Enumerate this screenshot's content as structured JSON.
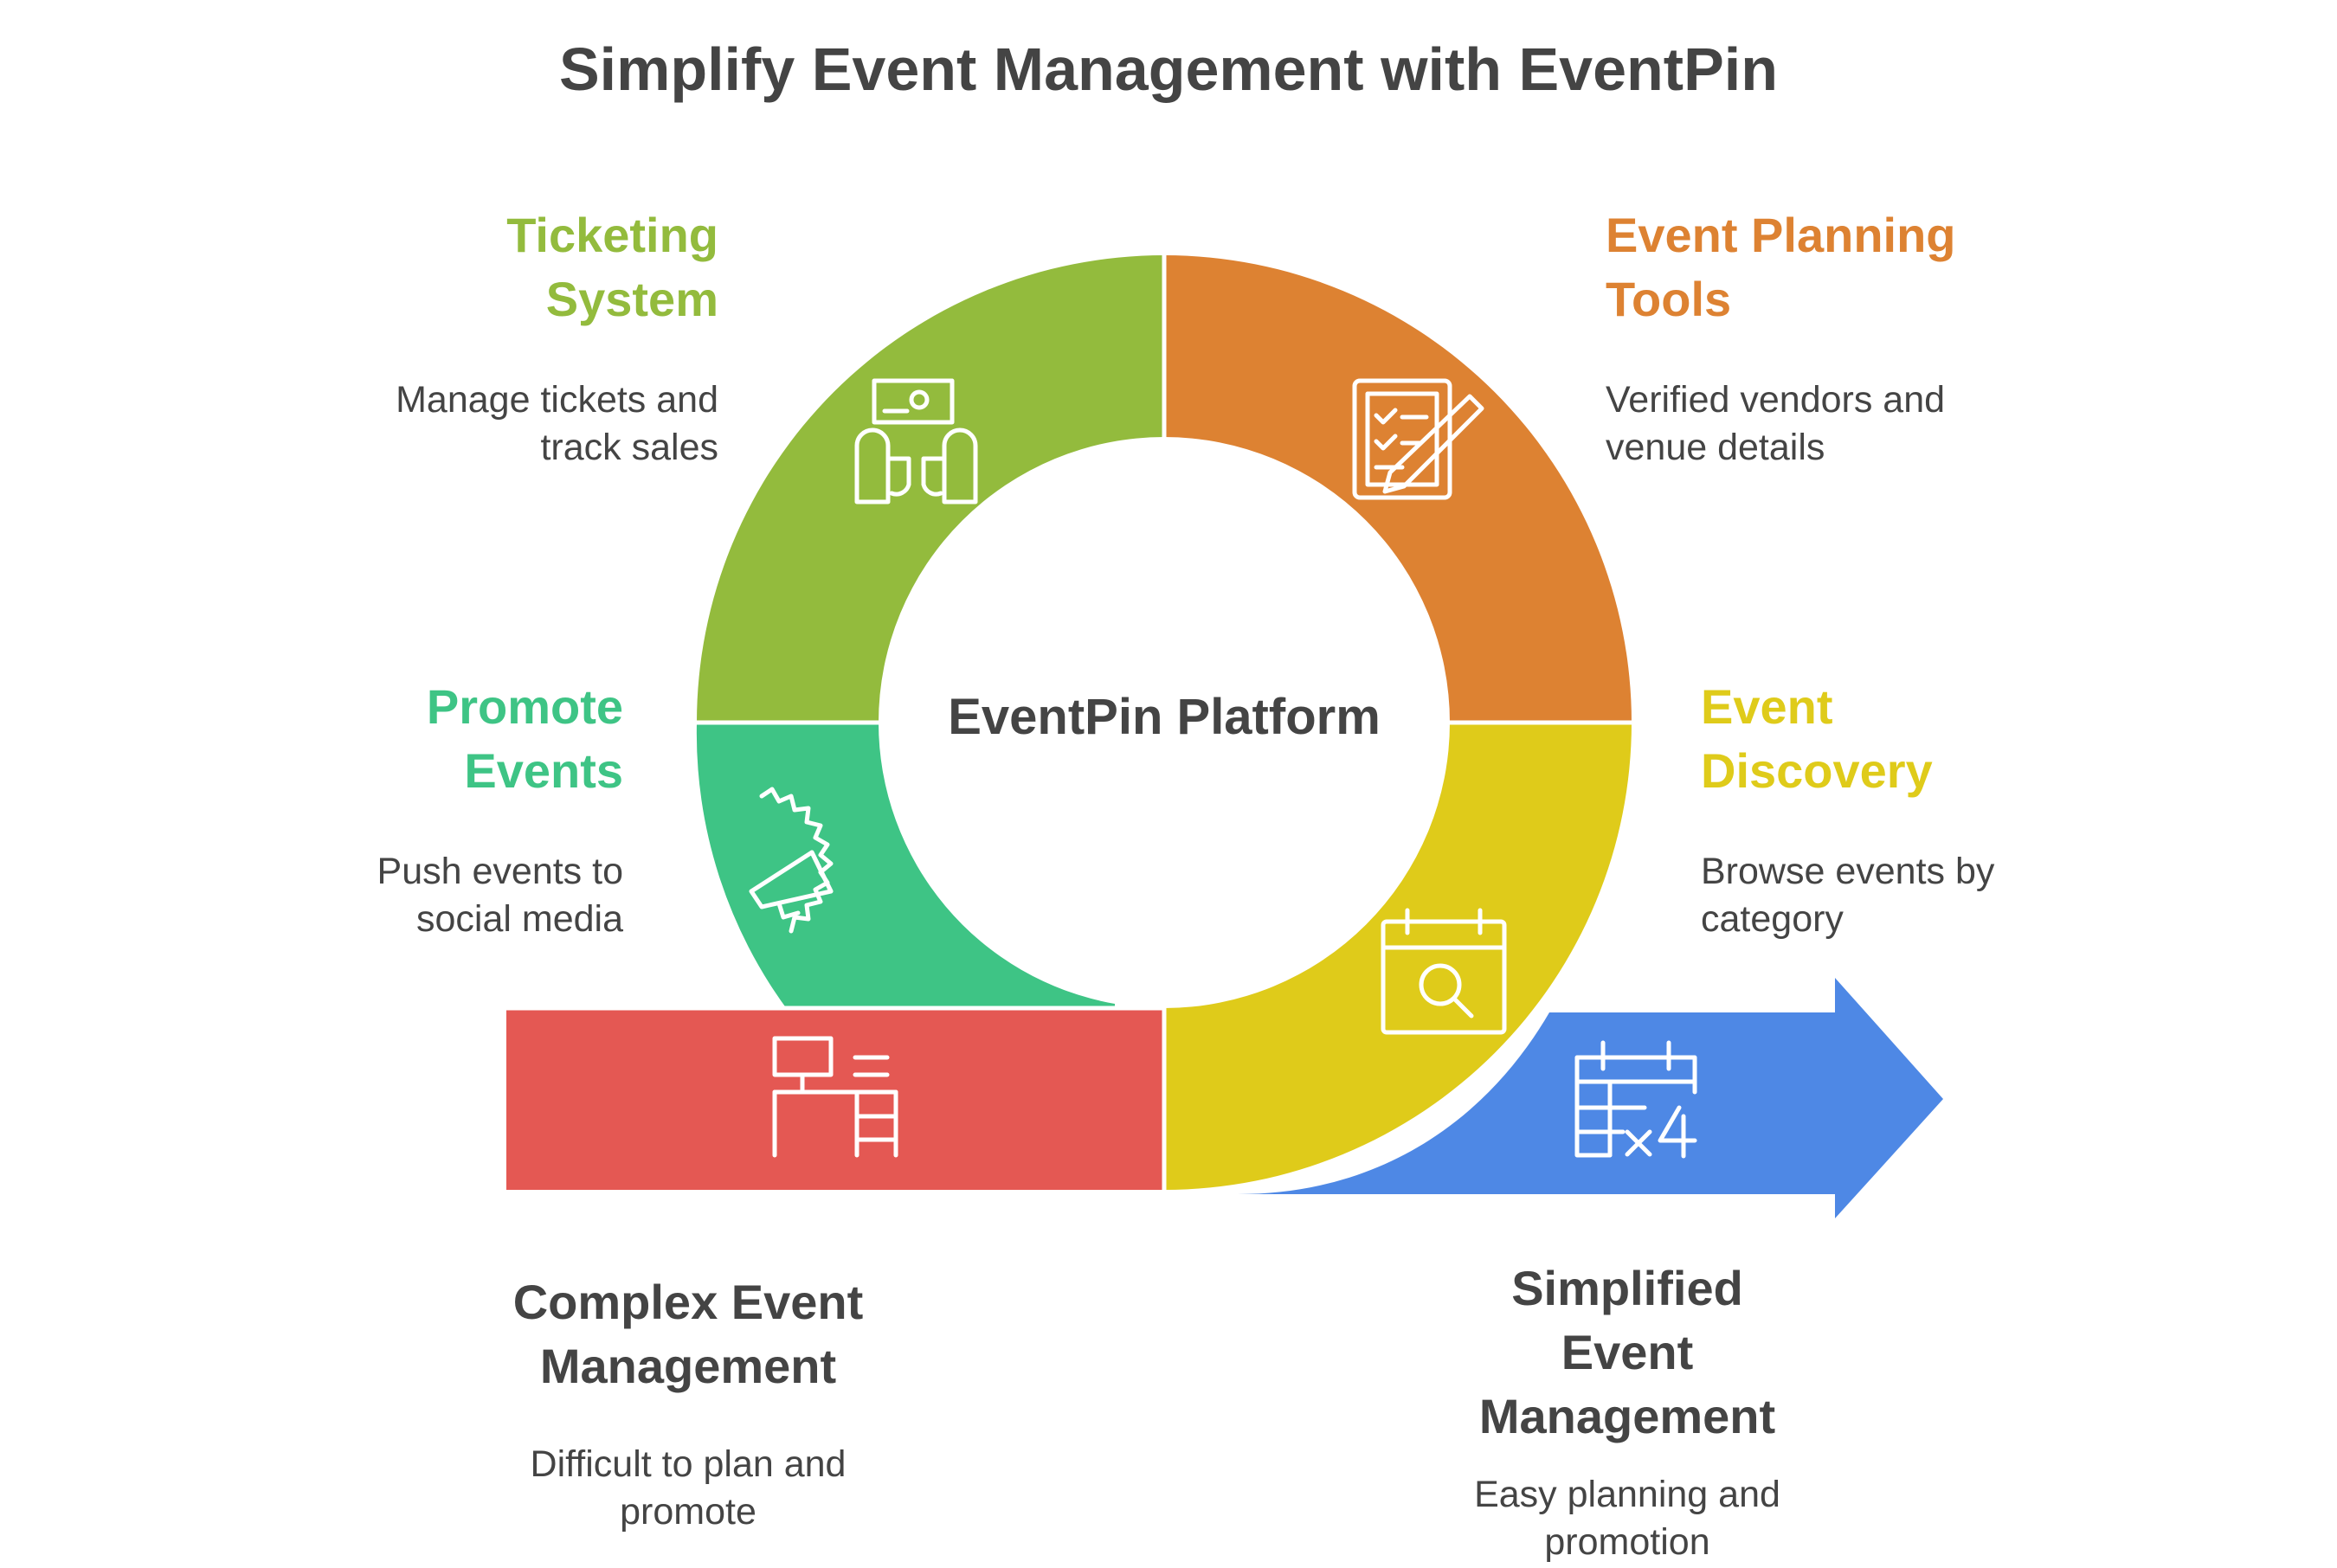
{
  "title": "Simplify Event Management with EventPin",
  "center_label": "EventPin Platform",
  "colors": {
    "ticketing": "#93BB3D",
    "planning": "#DD8232",
    "promote": "#3EC485",
    "discovery": "#DFCB1A",
    "complex": "#E45853",
    "simplified": "#4E88E5",
    "text": "#444444"
  },
  "sections": {
    "ticketing": {
      "title_line1": "Ticketing",
      "title_line2": "System",
      "desc_line1": "Manage tickets and",
      "desc_line2": "track sales",
      "icon": "ticket-booth-icon"
    },
    "planning": {
      "title_line1": "Event Planning",
      "title_line2": "Tools",
      "desc_line1": "Verified vendors and",
      "desc_line2": "venue details",
      "icon": "clipboard-pencil-icon"
    },
    "promote": {
      "title_line1": "Promote",
      "title_line2": "Events",
      "desc_line1": "Push events to",
      "desc_line2": "social media",
      "icon": "megaphone-icon"
    },
    "discovery": {
      "title_line1": "Event",
      "title_line2": "Discovery",
      "desc_line1": "Browse events by",
      "desc_line2": "category",
      "icon": "calendar-search-icon"
    },
    "complex": {
      "title_line1": "Complex Event",
      "title_line2": "Management",
      "desc_line1": "Difficult to plan and",
      "desc_line2": "promote",
      "icon": "desk-computer-icon"
    },
    "simplified": {
      "title_line1": "Simplified",
      "title_line2": "Event",
      "title_line3": "Management",
      "desc_line1": "Easy planning and",
      "desc_line2": "promotion",
      "icon": "table-multiply-icon"
    }
  }
}
